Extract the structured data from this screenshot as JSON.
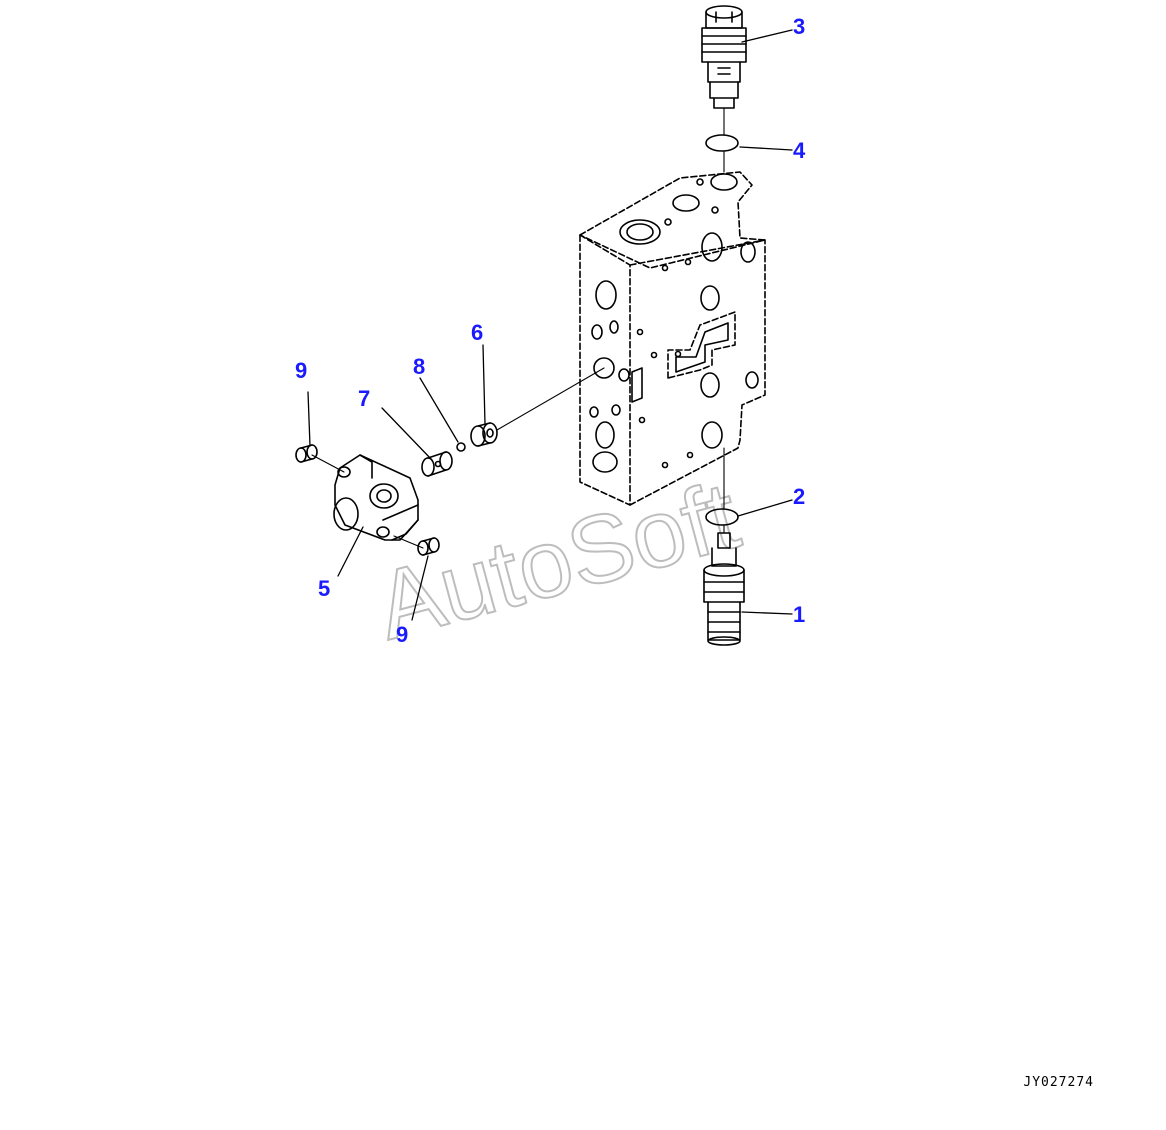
{
  "colors": {
    "callout": "#1a1aff",
    "line": "#000000",
    "watermark": "#bdbdbd"
  },
  "callouts": {
    "c1": "1",
    "c2": "2",
    "c3": "3",
    "c4": "4",
    "c5": "5",
    "c6": "6",
    "c7": "7",
    "c8": "8",
    "c9a": "9",
    "c9b": "9"
  },
  "watermark": "AutoSoft",
  "drawing_id": "JY027274"
}
